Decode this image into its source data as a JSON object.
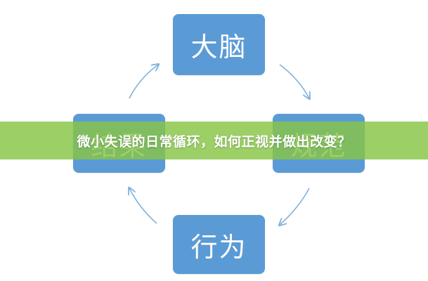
{
  "diagram": {
    "nodes": {
      "top": "大脑",
      "right": "规范",
      "bottom": "行为",
      "left": "结果"
    },
    "node_color": "#5b9bd5",
    "arrow_color": "#7fb2dc",
    "flow": [
      "大脑",
      "规范",
      "行为",
      "结果",
      "大脑"
    ]
  },
  "banner": {
    "text": "微小失误的日常循环，如何正视并做出改变？",
    "color": "#87c446"
  }
}
